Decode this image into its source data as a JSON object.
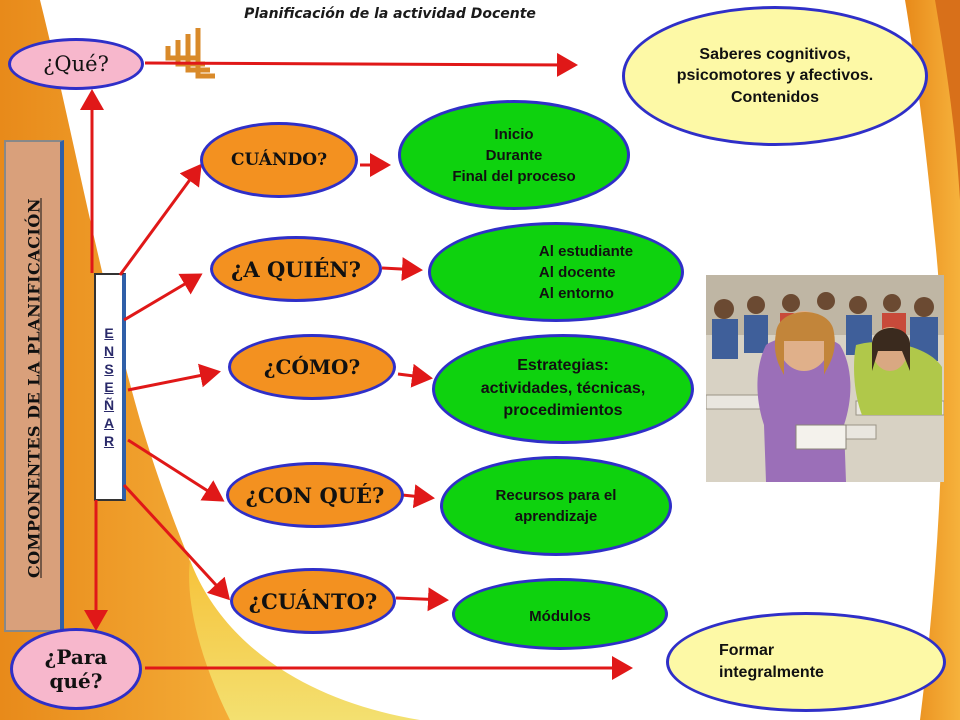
{
  "title": "Planificación de la actividad Docente",
  "side_label": "COMPONENTES DE LA PLANIFICACIÓN",
  "center_label_letters": [
    "E",
    "N",
    "S",
    "E",
    "Ñ",
    "A",
    "R"
  ],
  "questions": {
    "que": "¿Qué?",
    "para_que": "¿Para qué?",
    "cuando": "CUÁNDO?",
    "a_quien": "¿A QUIÉN?",
    "como": "¿CÓMO?",
    "con_que": "¿CON QUÉ?",
    "cuanto": "¿CUÁNTO?"
  },
  "answers": {
    "que": "Saberes cognitivos,\npsicomotores   y afectivos.\nContenidos",
    "cuando": "Inicio\nDurante\nFinal del proceso",
    "a_quien": "Al estudiante\nAl docente\nAl entorno",
    "como": "Estrategias:\nactividades, técnicas,\nprocedimientos",
    "con_que": "Recursos para el\naprendizaje",
    "cuanto": "Módulos",
    "para_que": "Formar\nintegralmente"
  },
  "colors": {
    "orange": "#f39120",
    "pink": "#f7b7cc",
    "green": "#0ed20e",
    "yellow": "#fdf9a6",
    "border_blue": "#2f2fc8",
    "arrow_red": "#e01818"
  },
  "photo_icon": "classroom-students-photo"
}
